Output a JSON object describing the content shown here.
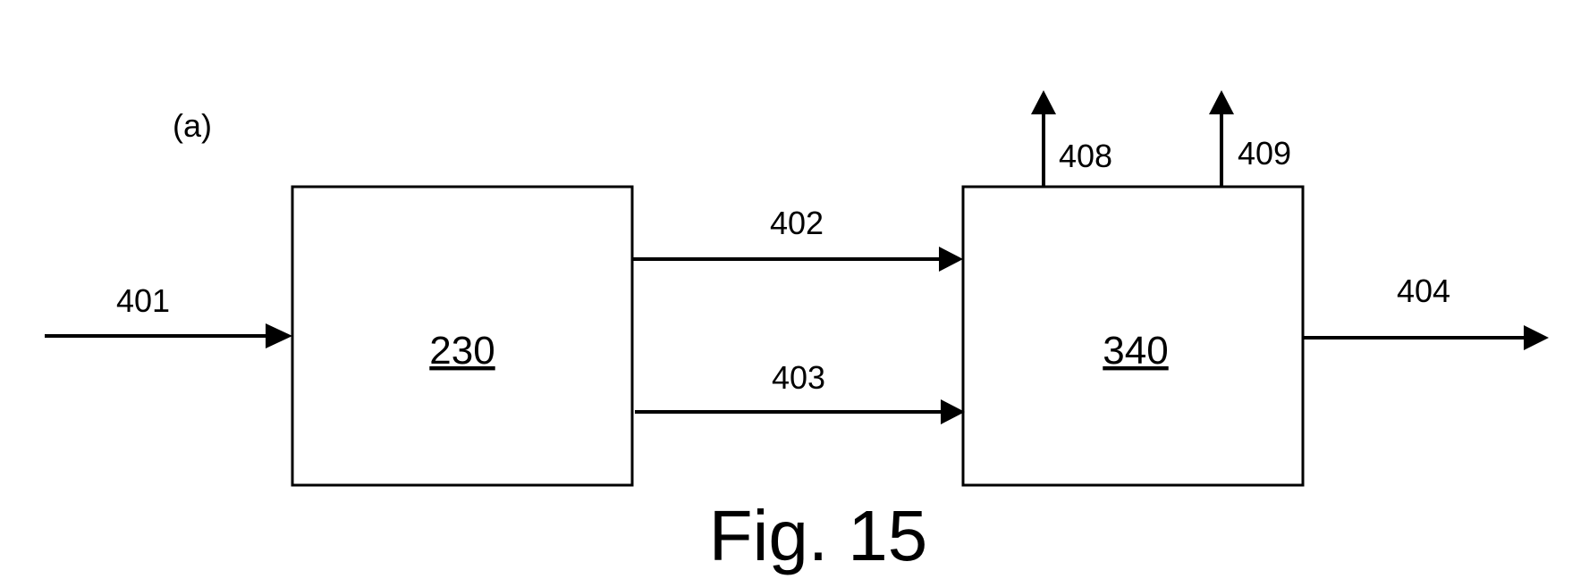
{
  "diagram": {
    "panel_label": "(a)",
    "caption": "Fig. 15",
    "blocks": {
      "left": "230",
      "right": "340"
    },
    "arrows": {
      "input": "401",
      "upper_link": "402",
      "lower_link": "403",
      "output": "404",
      "up_left": "408",
      "up_right": "409"
    },
    "colors": {
      "line": "#000000",
      "background": "#ffffff"
    }
  }
}
